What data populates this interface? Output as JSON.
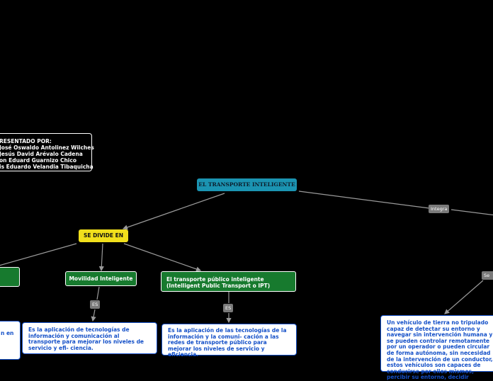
{
  "presenters": {
    "heading": "RESENTADO POR:",
    "names": [
      "José Oswaldo Antolinez Wilches",
      "Jesús David Arévalo Cadena",
      "on Eduard Guarnizo Chico",
      "is Eduardo Velandia Tibaquicha"
    ]
  },
  "root": {
    "label": "EL TRANSPORTE INTELIGENTE"
  },
  "divide": {
    "label": "SE DIVIDE EN"
  },
  "branches": {
    "movilidad": "Movilidad Inteligente",
    "ipt": "El transporte público inteligente (Intelligent Public Transport o IPT)"
  },
  "tags": {
    "es_1": "ES",
    "es_2": "ES",
    "integra": "Integra",
    "se": "Se"
  },
  "descriptions": {
    "left_fragment": "n en",
    "movilidad": "Es la aplicación de tecnologías de información y comunicación al transporte para mejorar los niveles de servicio y efi- ciencia.",
    "ipt": "Es la aplicación de las tecnologías de la información y la comuni- cación a las redes de transporte público para mejorar los niveles de servicio y eficiencia.",
    "vehiculo": "Un vehículo de tierra no tripulado capaz de detectar su entorno y navegar sin intervención humana y se pueden controlar remotamente por un operador o pueden circular de forma autónoma, sin necesidad de la intervención de un conductor, estos vehículos son capaces de conducirse por ellos mismos, percibir su entorno, decidir"
  },
  "colors": {
    "background": "#000000",
    "root": "#1b94b2",
    "divide": "#f1e01c",
    "branch": "#177a2e",
    "tag": "#7a7a7a",
    "desc_text": "#1450c8",
    "connector": "#9a9a9a"
  }
}
